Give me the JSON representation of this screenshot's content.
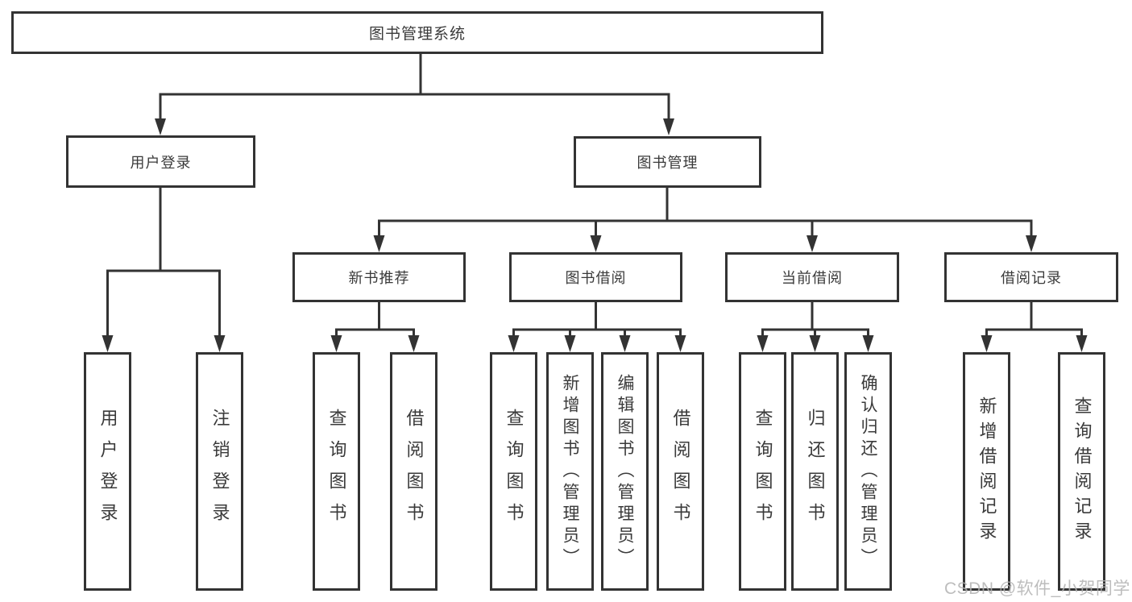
{
  "diagram_title": "图书管理系统",
  "tree": {
    "root": {
      "label": "图书管理系统"
    },
    "children": [
      {
        "label": "用户登录",
        "children": [
          {
            "label": "用户登录"
          },
          {
            "label": "注销登录"
          }
        ]
      },
      {
        "label": "图书管理",
        "children": [
          {
            "label": "新书推荐",
            "children": [
              {
                "label": "查询图书"
              },
              {
                "label": "借阅图书"
              }
            ]
          },
          {
            "label": "图书借阅",
            "children": [
              {
                "label": "查询图书"
              },
              {
                "label": "新增图书（管理员）"
              },
              {
                "label": "编辑图书（管理员）"
              },
              {
                "label": "借阅图书"
              }
            ]
          },
          {
            "label": "当前借阅",
            "children": [
              {
                "label": "查询图书"
              },
              {
                "label": "归还图书"
              },
              {
                "label": "确认归还（管理员）"
              }
            ]
          },
          {
            "label": "借阅记录",
            "children": [
              {
                "label": "新增借阅记录"
              },
              {
                "label": "查询借阅记录"
              }
            ]
          }
        ]
      }
    ]
  },
  "colors": {
    "line": "#333333",
    "text": "#3a3a3a",
    "watermark": "#b2b2b2",
    "background": "#ffffff"
  },
  "watermark": "CSDN @软件_小贺同学"
}
